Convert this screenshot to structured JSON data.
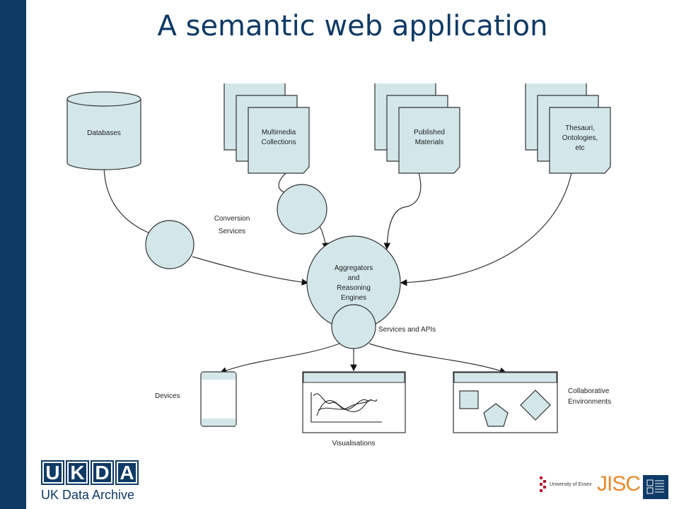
{
  "title": "A semantic web application",
  "diagram": {
    "databases": "Databases",
    "multimedia": [
      "Multimedia",
      "Collections"
    ],
    "published": [
      "Published",
      "Materials"
    ],
    "thesauri": [
      "Thesauri,",
      "Ontologies,",
      "etc"
    ],
    "conversion": [
      "Conversion",
      "Services"
    ],
    "aggregators": [
      "Aggregators",
      "and",
      "Reasoning",
      "Engines"
    ],
    "services": "Services and APIs",
    "devices": "Devices",
    "visualisations": "Visualisations",
    "collaborative": [
      "Collaborative",
      "Environments"
    ]
  },
  "logos": {
    "ukda_letters": [
      "U",
      "K",
      "D",
      "A"
    ],
    "ukda_sub": "UK Data Archive",
    "essex": "University of Essex",
    "jisc": "JISC"
  },
  "colors": {
    "sidebar": "#0e3a66",
    "shape_fill": "#d3e7ea",
    "jisc": "#e98a2d"
  }
}
